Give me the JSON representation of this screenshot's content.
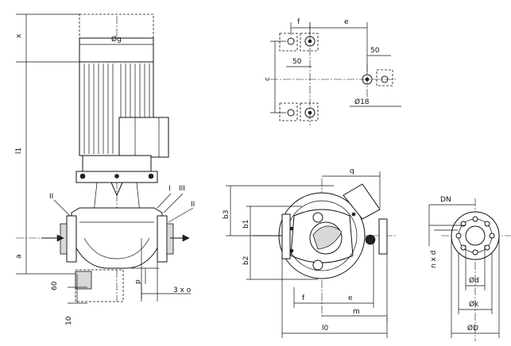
{
  "drawing": {
    "title": "",
    "side_view": {
      "dim_x": "x",
      "dim_diameter_g": "Øg",
      "dim_l1": "l1",
      "dim_a": "a",
      "dim_60": "60",
      "dim_10": "10",
      "dim_p": "p",
      "dim_3xo": "3 x o",
      "callout_II_left": "II",
      "callout_I": "I",
      "callout_III": "III",
      "callout_II_right": "II"
    },
    "foot_detail": {
      "dim_f": "f",
      "dim_e": "e",
      "dim_50_left": "50",
      "dim_50_right": "50",
      "dim_c": "c",
      "dim_18": "Ø18"
    },
    "plan_view": {
      "dim_q": "q",
      "dim_b3": "b3",
      "dim_b1": "b1",
      "dim_b2": "b2",
      "dim_f": "f",
      "dim_e": "e",
      "dim_m": "m",
      "dim_l0": "l0"
    },
    "flange_view": {
      "dim_DN": "DN",
      "dim_nxd": "n x d",
      "dim_d": "Ød",
      "dim_k": "Øk",
      "dim_D": "ØD"
    }
  }
}
